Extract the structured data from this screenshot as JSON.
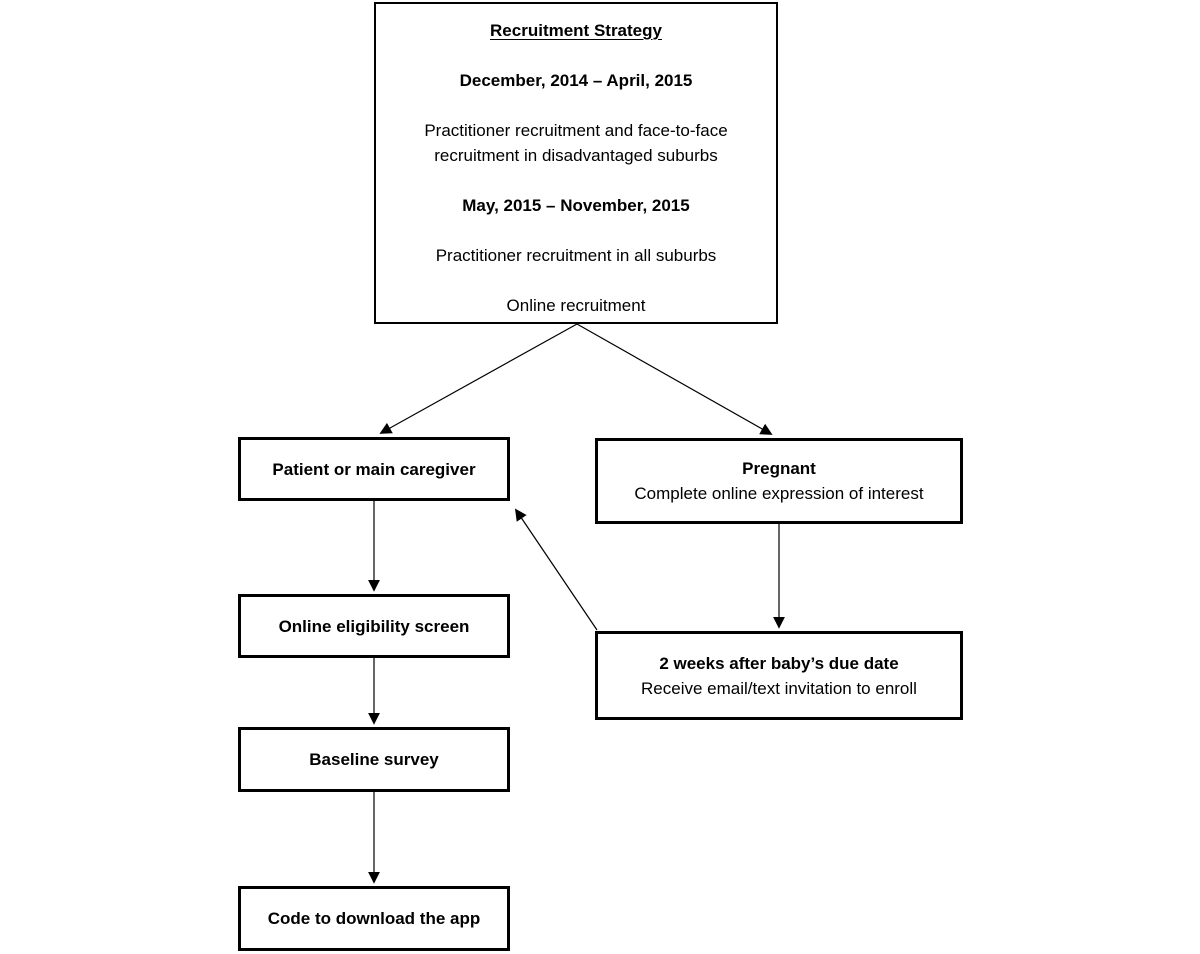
{
  "page": {
    "background_color": "#ffffff",
    "line_color": "#000000",
    "text_color": "#000000"
  },
  "flowchart": {
    "top_box": {
      "title": "Recruitment Strategy",
      "period1": "December, 2014 – April, 2015",
      "period1_detail": "Practitioner recruitment and face-to-face recruitment in disadvantaged suburbs",
      "period2": "May, 2015 – November, 2015",
      "period2_detail": "Practitioner recruitment in all suburbs",
      "period2_detail2": "Online recruitment"
    },
    "patient_box": {
      "title": "Patient or main caregiver"
    },
    "pregnant_box": {
      "title": "Pregnant",
      "detail": "Complete online expression of interest"
    },
    "eligibility_box": {
      "title": "Online eligibility screen"
    },
    "due_date_box": {
      "title": "2 weeks after baby’s due date",
      "detail": "Receive email/text invitation to enroll"
    },
    "baseline_box": {
      "title": "Baseline survey"
    },
    "code_box": {
      "title": "Code to download the app"
    }
  }
}
